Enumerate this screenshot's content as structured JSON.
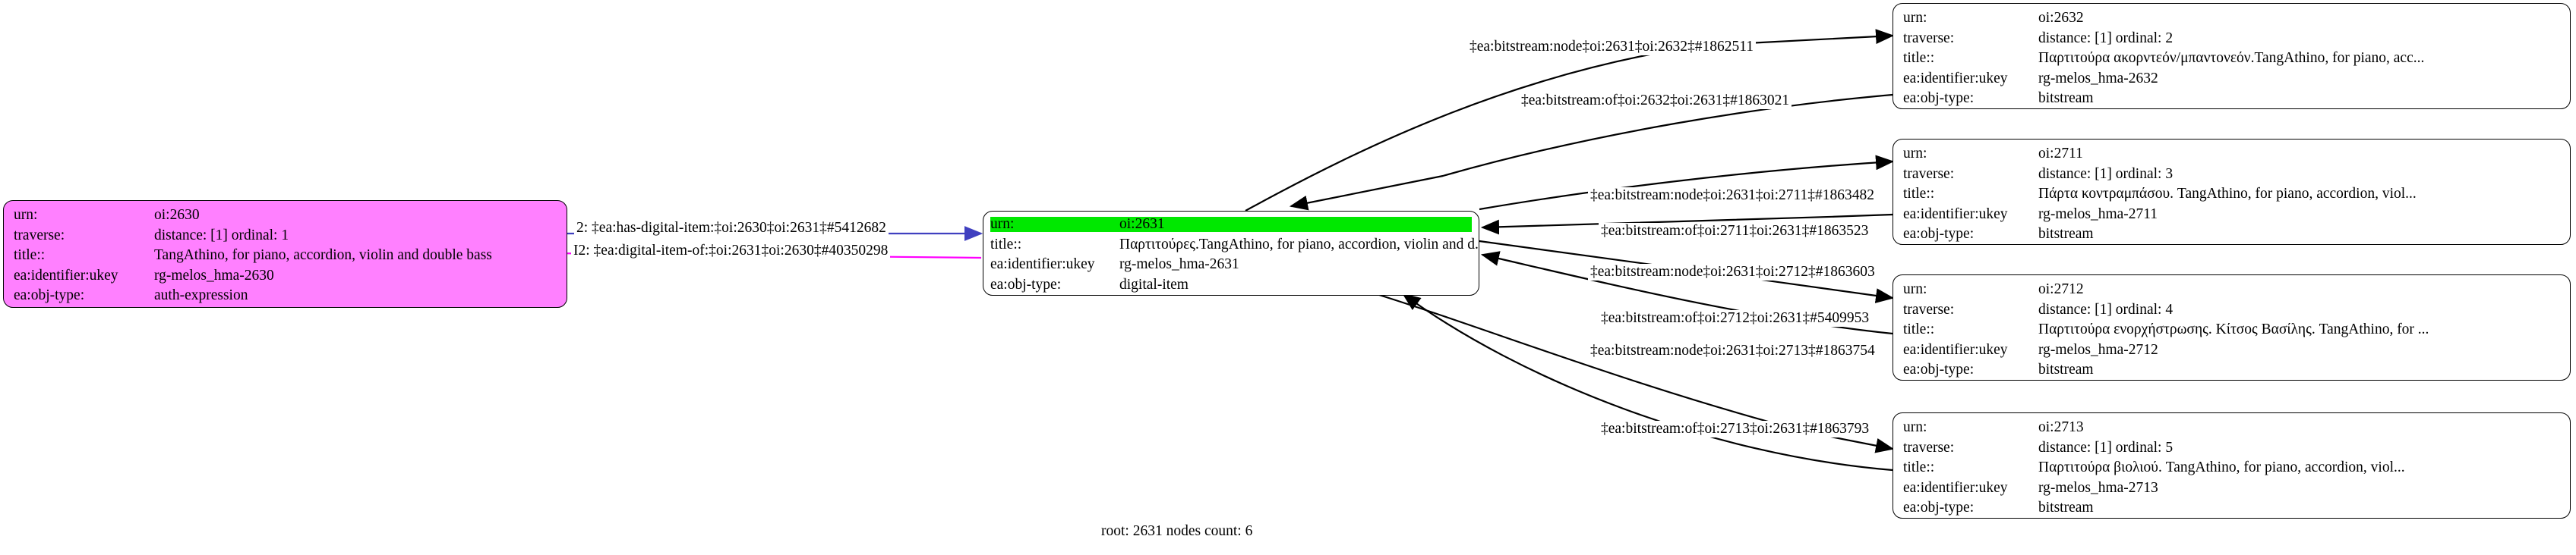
{
  "graph": {
    "footer": "root: 2631 nodes count: 6",
    "colors": {
      "source_node_fill": "#ff80ff",
      "focus_row_highlight": "#00e800",
      "node_stroke": "#000000",
      "edge_forward": "#4040c0",
      "edge_back": "#ff00ff",
      "edge_default": "#000000",
      "background": "#ffffff"
    },
    "nodes": [
      {
        "id": "oi2630",
        "style": "pink",
        "rows": [
          {
            "key": "urn:",
            "value": "oi:2630",
            "highlight": false
          },
          {
            "key": "traverse:",
            "value": "distance: [1]     ordinal: 1",
            "highlight": false
          },
          {
            "key": "title::",
            "value": "TangAthino, for piano, accordion, violin and double bass",
            "highlight": false
          },
          {
            "key": "ea:identifier:ukey",
            "value": "rg-melos_hma-2630",
            "highlight": false
          },
          {
            "key": "ea:obj-type:",
            "value": "auth-expression",
            "highlight": false
          }
        ]
      },
      {
        "id": "oi2631",
        "style": "white",
        "rows": [
          {
            "key": "urn:",
            "value": "oi:2631",
            "highlight": true
          },
          {
            "key": "title::",
            "value": "Παρτιτούρες.TangAthino, for piano, accordion, violin and d...",
            "highlight": false
          },
          {
            "key": "ea:identifier:ukey",
            "value": "rg-melos_hma-2631",
            "highlight": false
          },
          {
            "key": "ea:obj-type:",
            "value": "digital-item",
            "highlight": false
          }
        ]
      },
      {
        "id": "oi2632",
        "style": "white",
        "rows": [
          {
            "key": "urn:",
            "value": "oi:2632",
            "highlight": false
          },
          {
            "key": "traverse:",
            "value": "distance: [1]     ordinal: 2",
            "highlight": false
          },
          {
            "key": "title::",
            "value": "Παρτιτούρα ακορντεόν/μπαντονεόν.TangAthino, for piano, acc...",
            "highlight": false
          },
          {
            "key": "ea:identifier:ukey",
            "value": "rg-melos_hma-2632",
            "highlight": false
          },
          {
            "key": "ea:obj-type:",
            "value": "bitstream",
            "highlight": false
          }
        ]
      },
      {
        "id": "oi2711",
        "style": "white",
        "rows": [
          {
            "key": "urn:",
            "value": "oi:2711",
            "highlight": false
          },
          {
            "key": "traverse:",
            "value": "distance: [1]     ordinal: 3",
            "highlight": false
          },
          {
            "key": "title::",
            "value": "Πάρτα κοντραμπάσου. TangAthino, for piano, accordion, viol...",
            "highlight": false
          },
          {
            "key": "ea:identifier:ukey",
            "value": "rg-melos_hma-2711",
            "highlight": false
          },
          {
            "key": "ea:obj-type:",
            "value": "bitstream",
            "highlight": false
          }
        ]
      },
      {
        "id": "oi2712",
        "style": "white",
        "rows": [
          {
            "key": "urn:",
            "value": "oi:2712",
            "highlight": false
          },
          {
            "key": "traverse:",
            "value": "distance: [1]     ordinal: 4",
            "highlight": false
          },
          {
            "key": "title::",
            "value": "Παρτιτούρα ενορχήστρωσης. Κίτσος Βασίλης. TangAthino, for ...",
            "highlight": false
          },
          {
            "key": "ea:identifier:ukey",
            "value": "rg-melos_hma-2712",
            "highlight": false
          },
          {
            "key": "ea:obj-type:",
            "value": "bitstream",
            "highlight": false
          }
        ]
      },
      {
        "id": "oi2713",
        "style": "white",
        "rows": [
          {
            "key": "urn:",
            "value": "oi:2713",
            "highlight": false
          },
          {
            "key": "traverse:",
            "value": "distance: [1]     ordinal: 5",
            "highlight": false
          },
          {
            "key": "title::",
            "value": "Παρτιτούρα βιολιού. TangAthino, for piano, accordion, viol...",
            "highlight": false
          },
          {
            "key": "ea:identifier:ukey",
            "value": "rg-melos_hma-2713",
            "highlight": false
          },
          {
            "key": "ea:obj-type:",
            "value": "bitstream",
            "highlight": false
          }
        ]
      }
    ],
    "edges": [
      {
        "id": "e1",
        "label": "2: ‡ea:has-digital-item:‡oi:2630‡oi:2631‡#5412682",
        "from": "oi2630",
        "to": "oi2631",
        "color": "#4040c0"
      },
      {
        "id": "e2",
        "label": "I2: ‡ea:digital-item-of:‡oi:2631‡oi:2630‡#40350298",
        "from": "oi2631",
        "to": "oi2630",
        "color": "#ff00ff"
      },
      {
        "id": "e3",
        "label": "‡ea:bitstream:node‡oi:2631‡oi:2632‡#1862511",
        "from": "oi2631",
        "to": "oi2632",
        "color": "#000000"
      },
      {
        "id": "e4",
        "label": "‡ea:bitstream:of‡oi:2632‡oi:2631‡#1863021",
        "from": "oi2632",
        "to": "oi2631",
        "color": "#000000"
      },
      {
        "id": "e5",
        "label": "‡ea:bitstream:node‡oi:2631‡oi:2711‡#1863482",
        "from": "oi2631",
        "to": "oi2711",
        "color": "#000000"
      },
      {
        "id": "e6",
        "label": "‡ea:bitstream:of‡oi:2711‡oi:2631‡#1863523",
        "from": "oi2711",
        "to": "oi2631",
        "color": "#000000"
      },
      {
        "id": "e7",
        "label": "‡ea:bitstream:node‡oi:2631‡oi:2712‡#1863603",
        "from": "oi2631",
        "to": "oi2712",
        "color": "#000000"
      },
      {
        "id": "e8",
        "label": "‡ea:bitstream:of‡oi:2712‡oi:2631‡#5409953",
        "from": "oi2712",
        "to": "oi2631",
        "color": "#000000"
      },
      {
        "id": "e9",
        "label": "‡ea:bitstream:node‡oi:2631‡oi:2713‡#1863754",
        "from": "oi2631",
        "to": "oi2713",
        "color": "#000000"
      },
      {
        "id": "e10",
        "label": "‡ea:bitstream:of‡oi:2713‡oi:2631‡#1863793",
        "from": "oi2713",
        "to": "oi2631",
        "color": "#000000"
      }
    ]
  }
}
